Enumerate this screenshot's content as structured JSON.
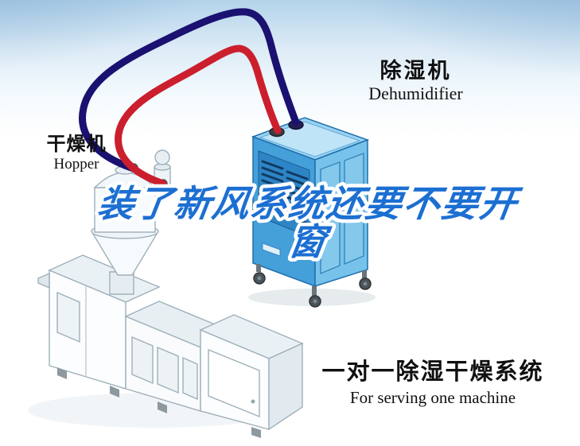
{
  "illustration": {
    "machine_label": {
      "zh": "干燥机",
      "en": "Hopper"
    },
    "dehumidifier_label": {
      "zh": "除湿机",
      "en": "Dehumidifier"
    },
    "headline": {
      "line1": "装了新风系统还要不要开",
      "line2": "窗"
    },
    "caption": {
      "zh": "一对一除湿干燥系统",
      "en": "For serving one machine"
    },
    "colors": {
      "headline_blue": "#1c6fd2",
      "hose_red": "#cb1f2e",
      "hose_navy": "#1a1170",
      "dehumidifier_front": "#459fd9",
      "dehumidifier_side": "#76c2ea",
      "dehumidifier_top": "#9bd3f2"
    }
  }
}
